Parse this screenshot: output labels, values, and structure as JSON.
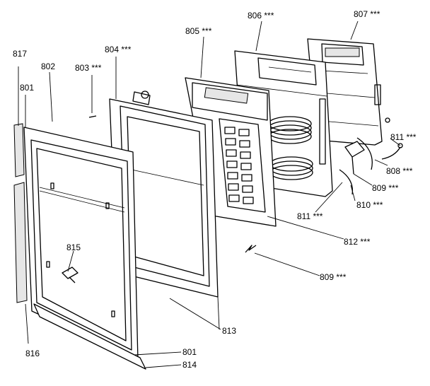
{
  "labels": [
    {
      "id": "817",
      "text": "817"
    },
    {
      "id": "801-top",
      "text": "801"
    },
    {
      "id": "802",
      "text": "802"
    },
    {
      "id": "803",
      "text": "803 ***"
    },
    {
      "id": "804",
      "text": "804 ***"
    },
    {
      "id": "805",
      "text": "805 ***"
    },
    {
      "id": "806",
      "text": "806 ***"
    },
    {
      "id": "807",
      "text": "807 ***"
    },
    {
      "id": "811-right",
      "text": "811 ***"
    },
    {
      "id": "808",
      "text": "808 ***"
    },
    {
      "id": "809-right",
      "text": "809 ***"
    },
    {
      "id": "810",
      "text": "810 ***"
    },
    {
      "id": "811-bottom",
      "text": "811 ***"
    },
    {
      "id": "812",
      "text": "812 ***"
    },
    {
      "id": "815",
      "text": "815"
    },
    {
      "id": "809-bottom",
      "text": "809 ***"
    },
    {
      "id": "813",
      "text": "813"
    },
    {
      "id": "816",
      "text": "816"
    },
    {
      "id": "801-bottom",
      "text": "801"
    },
    {
      "id": "814",
      "text": "814"
    }
  ]
}
